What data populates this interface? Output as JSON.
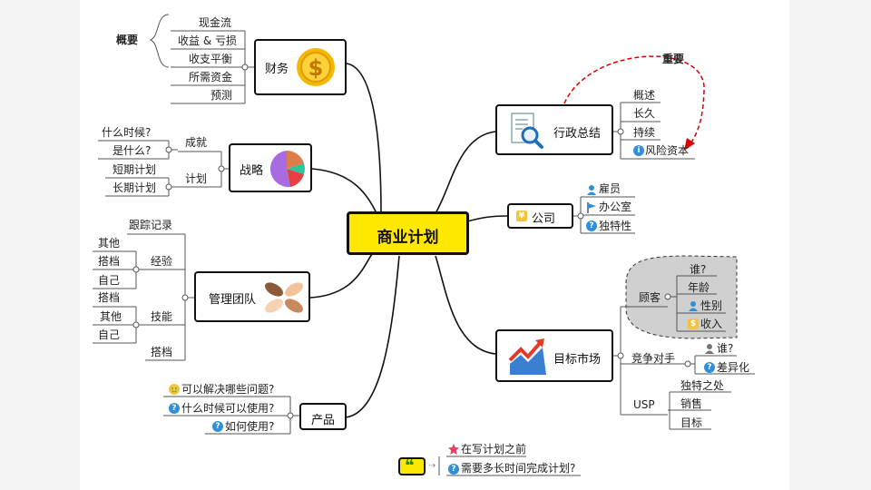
{
  "center": {
    "title": "商业计划"
  },
  "finance": {
    "label": "财务",
    "summary_label": "概要",
    "items": [
      "现金流",
      "收益 & 亏损",
      "收支平衡",
      "所需资金",
      "预测"
    ]
  },
  "strategy": {
    "label": "战略",
    "groups": [
      {
        "label": "成就",
        "items": [
          "什么时候?",
          "是什么?"
        ]
      },
      {
        "label": "计划",
        "items": [
          "短期计划",
          "长期计划"
        ]
      }
    ]
  },
  "team": {
    "label": "管理团队",
    "track_record": "跟踪记录",
    "groups": [
      {
        "label": "经验",
        "items": [
          "其他",
          "搭档",
          "自己"
        ]
      },
      {
        "label": "技能",
        "items": [
          "搭档",
          "其他",
          "自己"
        ]
      }
    ],
    "extra": "搭档"
  },
  "product": {
    "label": "产品",
    "items": [
      "可以解决哪些问题?",
      "什么时候可以使用?",
      "如何使用?"
    ]
  },
  "notes": {
    "items": [
      "在写计划之前",
      "需要多长时间完成计划?"
    ],
    "icon_glyph": "❝"
  },
  "exec": {
    "label": "行政总结",
    "items": [
      "概述",
      "长久",
      "持续",
      "风险资本"
    ],
    "relation_label": "重要"
  },
  "company": {
    "label": "公司",
    "items": [
      "雇员",
      "办公室",
      "独特性"
    ]
  },
  "market": {
    "label": "目标市场",
    "customers": {
      "label": "顾客",
      "items": [
        "谁?",
        "年龄",
        "性别",
        "收入"
      ]
    },
    "competitors": {
      "label": "竞争对手",
      "items": [
        "谁?",
        "差异化"
      ]
    },
    "usp": {
      "label": "USP",
      "items": [
        "独特之处",
        "销售",
        "目标"
      ]
    }
  },
  "icons": {
    "finance": "dollar-coin-icon",
    "strategy": "pie-chart-icon",
    "team": "hands-icon",
    "exec": "magnifier-document-icon",
    "company": "company-icon",
    "market": "growth-chart-icon",
    "question": "question-icon",
    "person": "person-icon",
    "flag": "flag-icon",
    "info": "info-icon",
    "smile": "smile-icon",
    "star": "star-icon",
    "quote": "quote-icon"
  },
  "colors": {
    "center_fill": "#ffe800",
    "relation_line": "#d60000",
    "coin": "#f5b800",
    "dashed_region": "#d0d0d0"
  }
}
